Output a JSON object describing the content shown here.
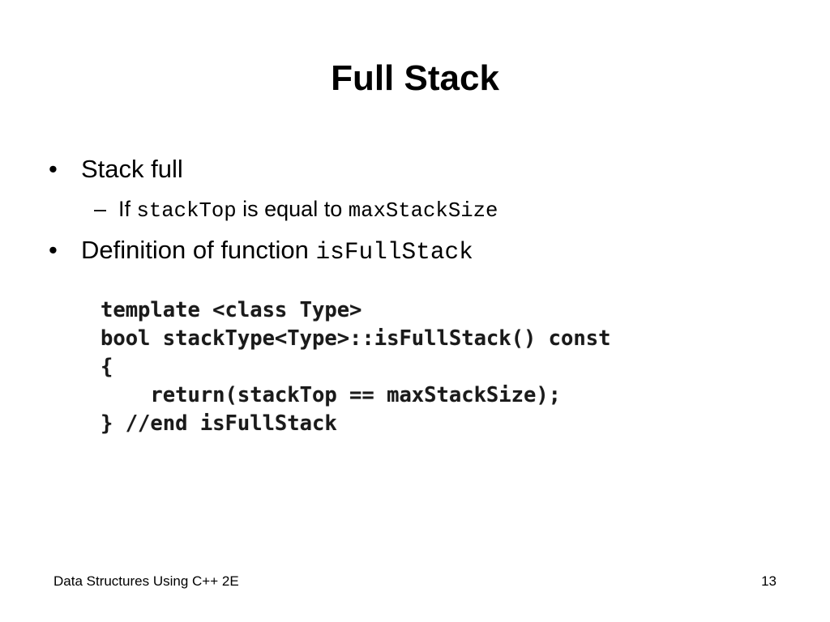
{
  "slide": {
    "title": "Full Stack",
    "bullets": [
      {
        "text": "Stack full",
        "sub": {
          "prefix": "If ",
          "code1": "stackTop",
          "middle": " is equal to ",
          "code2": "maxStackSize"
        }
      },
      {
        "prefix": "Definition of function ",
        "code": "isFullStack"
      }
    ],
    "code_lines": [
      "template <class Type>",
      "bool stackType<Type>::isFullStack() const",
      "{",
      "    return(stackTop == maxStackSize);",
      "} //end isFullStack"
    ]
  },
  "footer": {
    "course": "Data Structures Using C++ 2E",
    "page_number": "13"
  }
}
